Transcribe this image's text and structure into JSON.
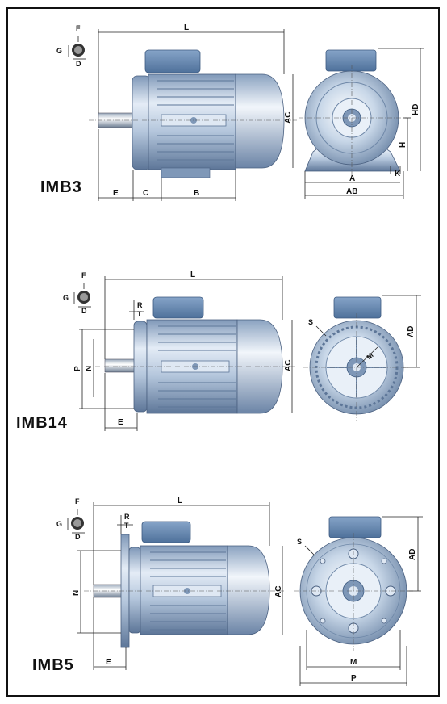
{
  "frame_color": "#111111",
  "motor_colors": {
    "body": "#b7c9de",
    "dark": "#6f88a6",
    "fin": "#8ea6c2",
    "light": "#e6eef7",
    "box": "#5f82ad"
  },
  "ghost": {
    "f": "F",
    "g": "G",
    "d": "D"
  },
  "imb3": {
    "title": "IMB3",
    "dims": {
      "L": "L",
      "AC": "AC",
      "E": "E",
      "C": "C",
      "B": "B",
      "HD": "HD",
      "H": "H",
      "A": "A",
      "AB": "AB",
      "K": "K"
    }
  },
  "imb14": {
    "title": "IMB14",
    "dims": {
      "L": "L",
      "R": "R",
      "T": "T",
      "P": "P",
      "N": "N",
      "AC": "AC",
      "E": "E",
      "S": "S",
      "M": "M",
      "AD": "AD"
    }
  },
  "imb5": {
    "title": "IMB5",
    "dims": {
      "L": "L",
      "R": "R",
      "T": "T",
      "N": "N",
      "AC": "AC",
      "E": "E",
      "S": "S",
      "AD": "AD",
      "M": "M",
      "P": "P"
    }
  }
}
